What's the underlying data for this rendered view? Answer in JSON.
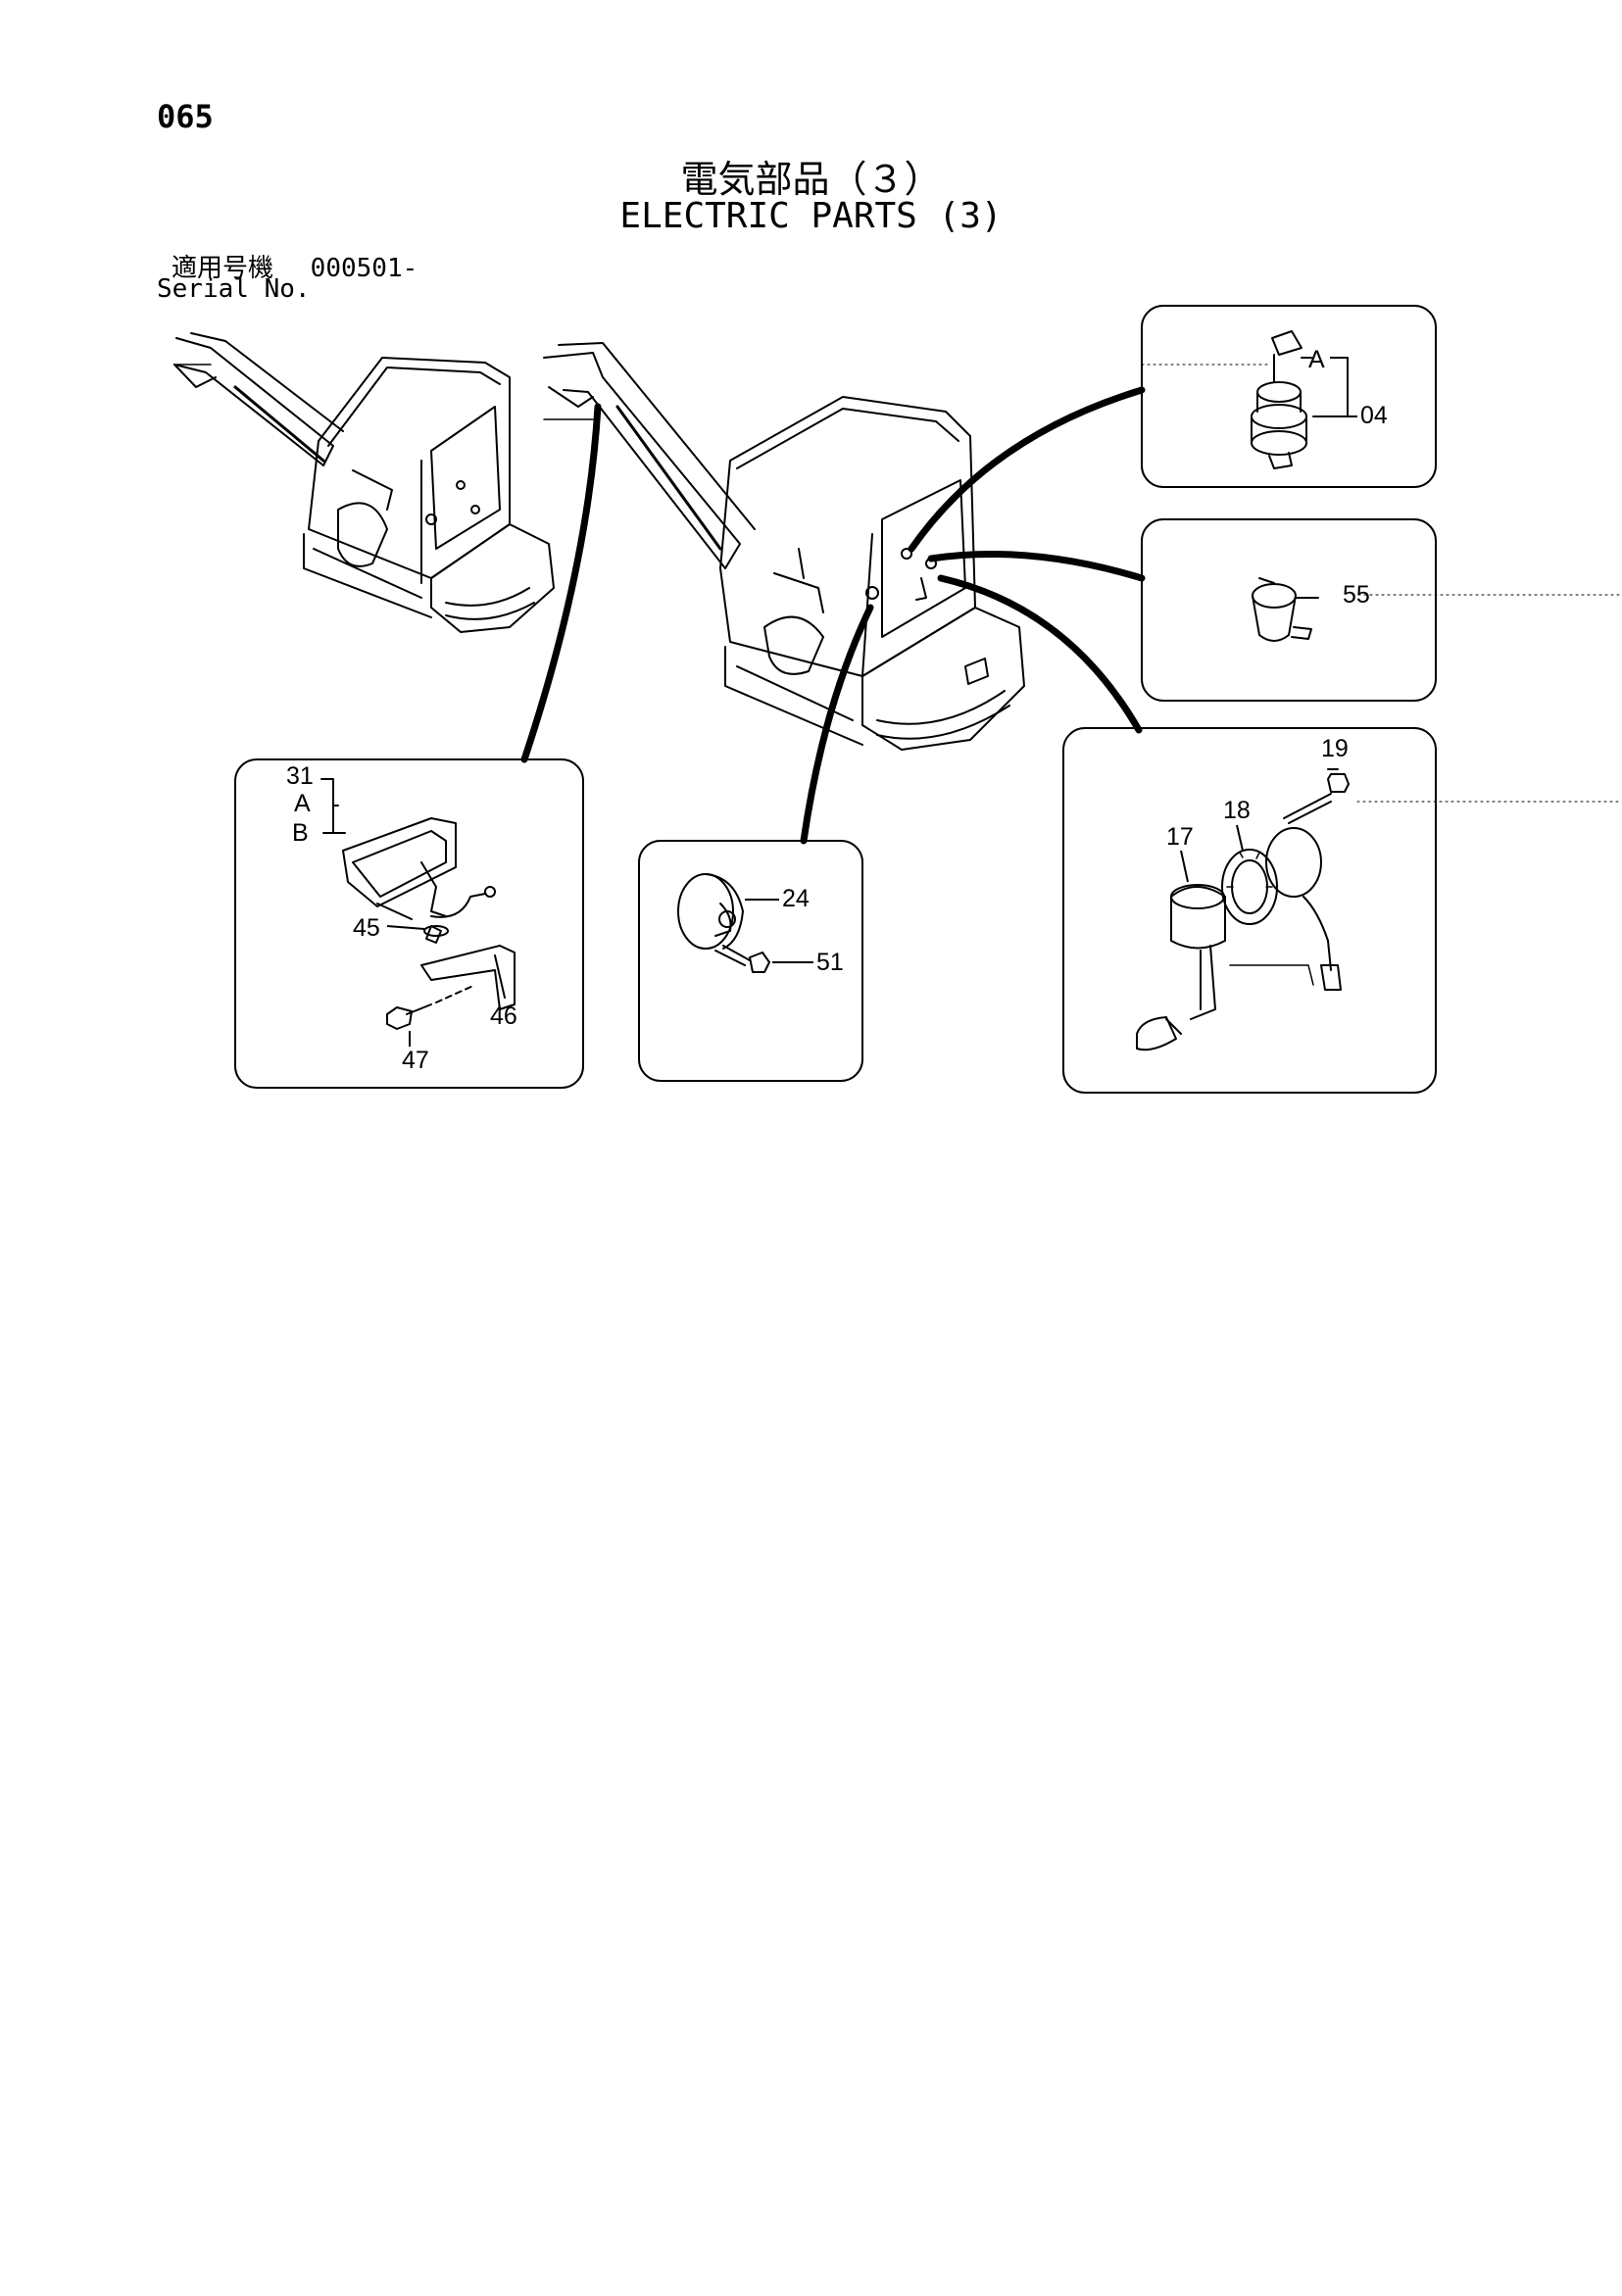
{
  "page": {
    "number": "065",
    "title_jp": "電気部品（３）",
    "title_en": "ELECTRIC PARTS (3)",
    "serial_label_jp": "適用号機",
    "serial_value": "000501-",
    "serial_label_en": "Serial No."
  },
  "callouts": {
    "key_switch": {
      "part": "04",
      "variant": "A"
    },
    "socket": {
      "part": "55"
    },
    "fuel_gauge": {
      "sensor": "17",
      "gasket": "18",
      "bolt": "19"
    },
    "work_light": {
      "part": "31",
      "variant_a": "A",
      "variant_b": "B",
      "spacer": "45",
      "bracket": "46",
      "bolt": "47"
    },
    "horn": {
      "part": "24",
      "bolt": "51"
    }
  }
}
